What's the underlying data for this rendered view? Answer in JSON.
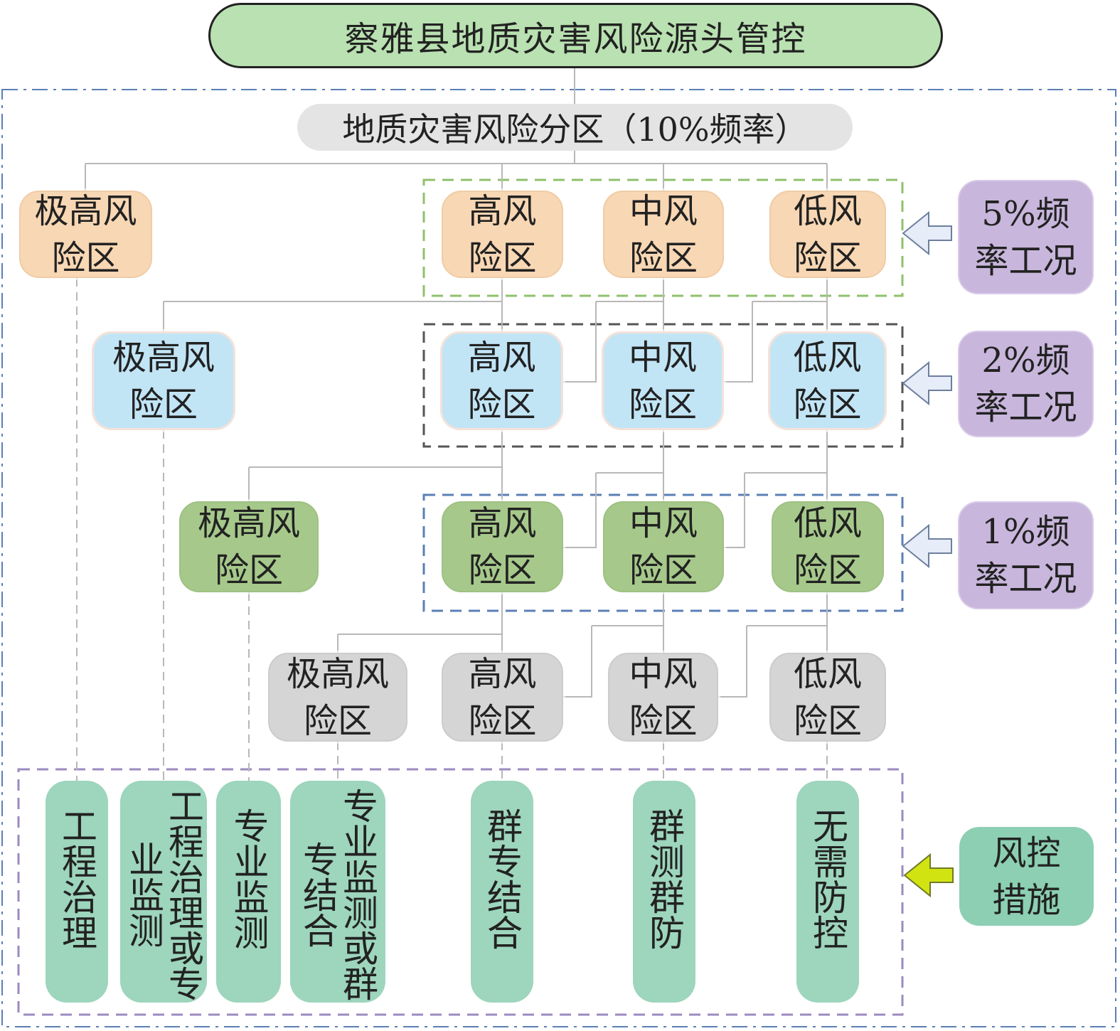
{
  "title": "察雅县地质灾害风险源头管控",
  "partition": "地质灾害风险分区（10%频率）",
  "zones": {
    "very_high": "极高风险区",
    "high": "高风险区",
    "medium": "中风险区",
    "low": "低风险区"
  },
  "conditions": [
    "5%频率工况",
    "2%频率工况",
    "1%频率工况"
  ],
  "control_label": "风控措施",
  "measures": [
    "工程治理",
    "工程治理或专业监测",
    "专业监测",
    "专业监测或群专结合",
    "群专结合",
    "群测群防",
    "无需防控"
  ],
  "colors": {
    "title": "#b9e1b1",
    "partition": "#e4e4e4",
    "zone_10pct": "#f8d7b4",
    "zone_5pct": "#f8d7b4",
    "zone_2pct": "#c2e5f6",
    "zone_1pct": "#a6c98b",
    "zone_grey": "#d5d5d5",
    "condition": "#c8b6dc",
    "control": "#8ccfb3",
    "measure": "#9dd5bd"
  }
}
